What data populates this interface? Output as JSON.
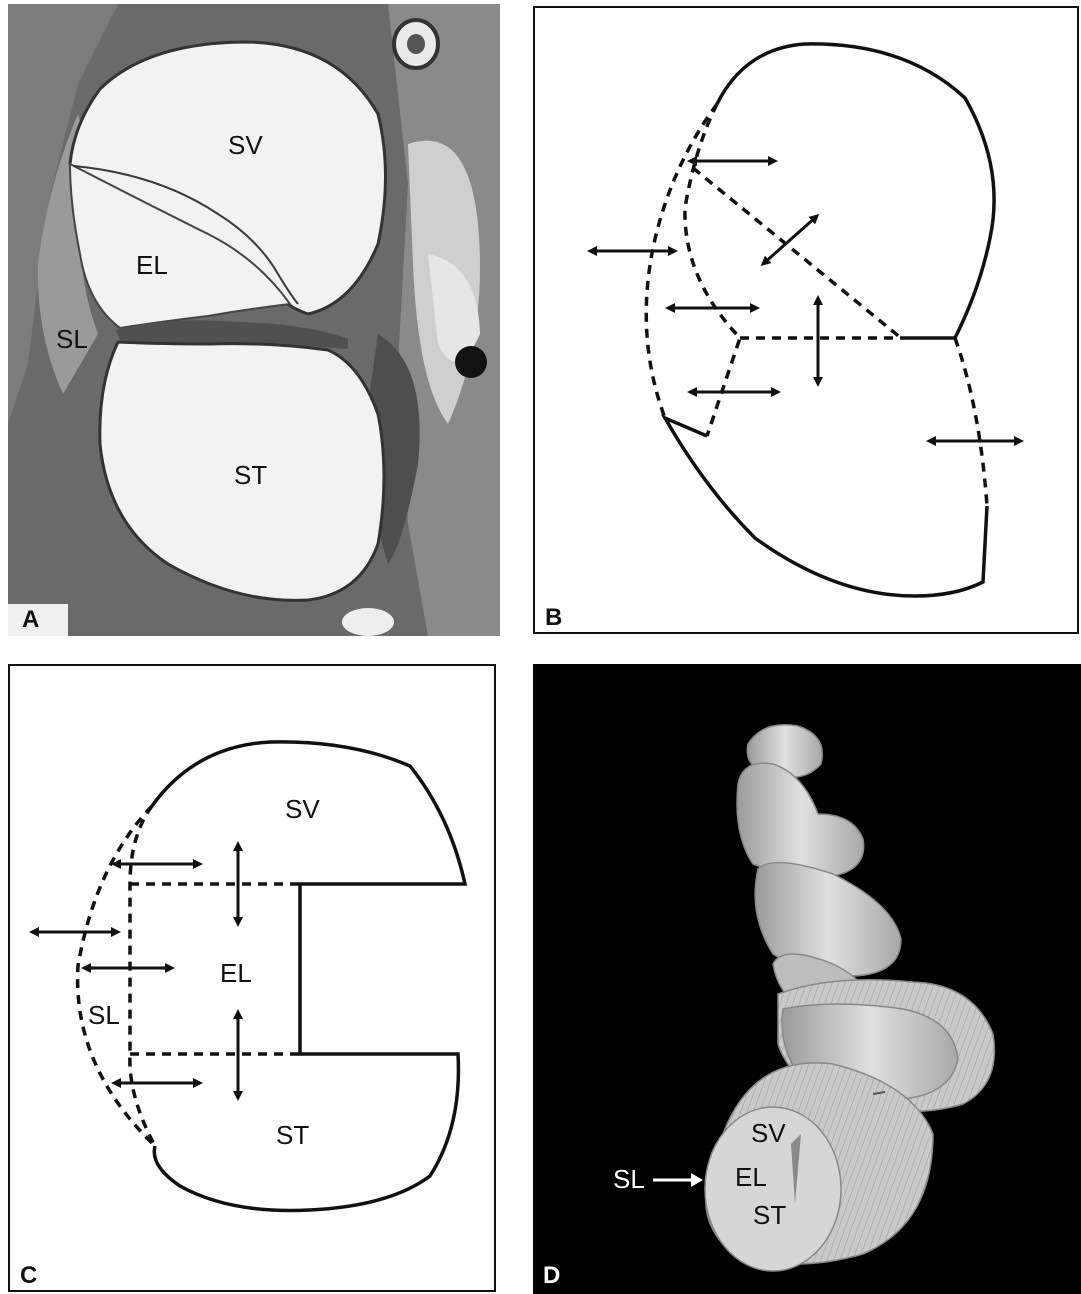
{
  "panels": {
    "a": {
      "letter": "A",
      "labels": {
        "sv": "SV",
        "el": "EL",
        "sl": "SL",
        "st": "ST"
      }
    },
    "b": {
      "letter": "B"
    },
    "c": {
      "letter": "C",
      "labels": {
        "sv": "SV",
        "el": "EL",
        "sl": "SL",
        "st": "ST"
      }
    },
    "d": {
      "letter": "D",
      "labels": {
        "sv": "SV",
        "el": "EL",
        "sl": "SL",
        "st": "ST"
      }
    }
  },
  "colors": {
    "tissue": "#6f6f6f",
    "lumen": "#f2f2f2",
    "outline": "#111111",
    "background_d": "#000000",
    "mesh": "#c9c9c9"
  }
}
